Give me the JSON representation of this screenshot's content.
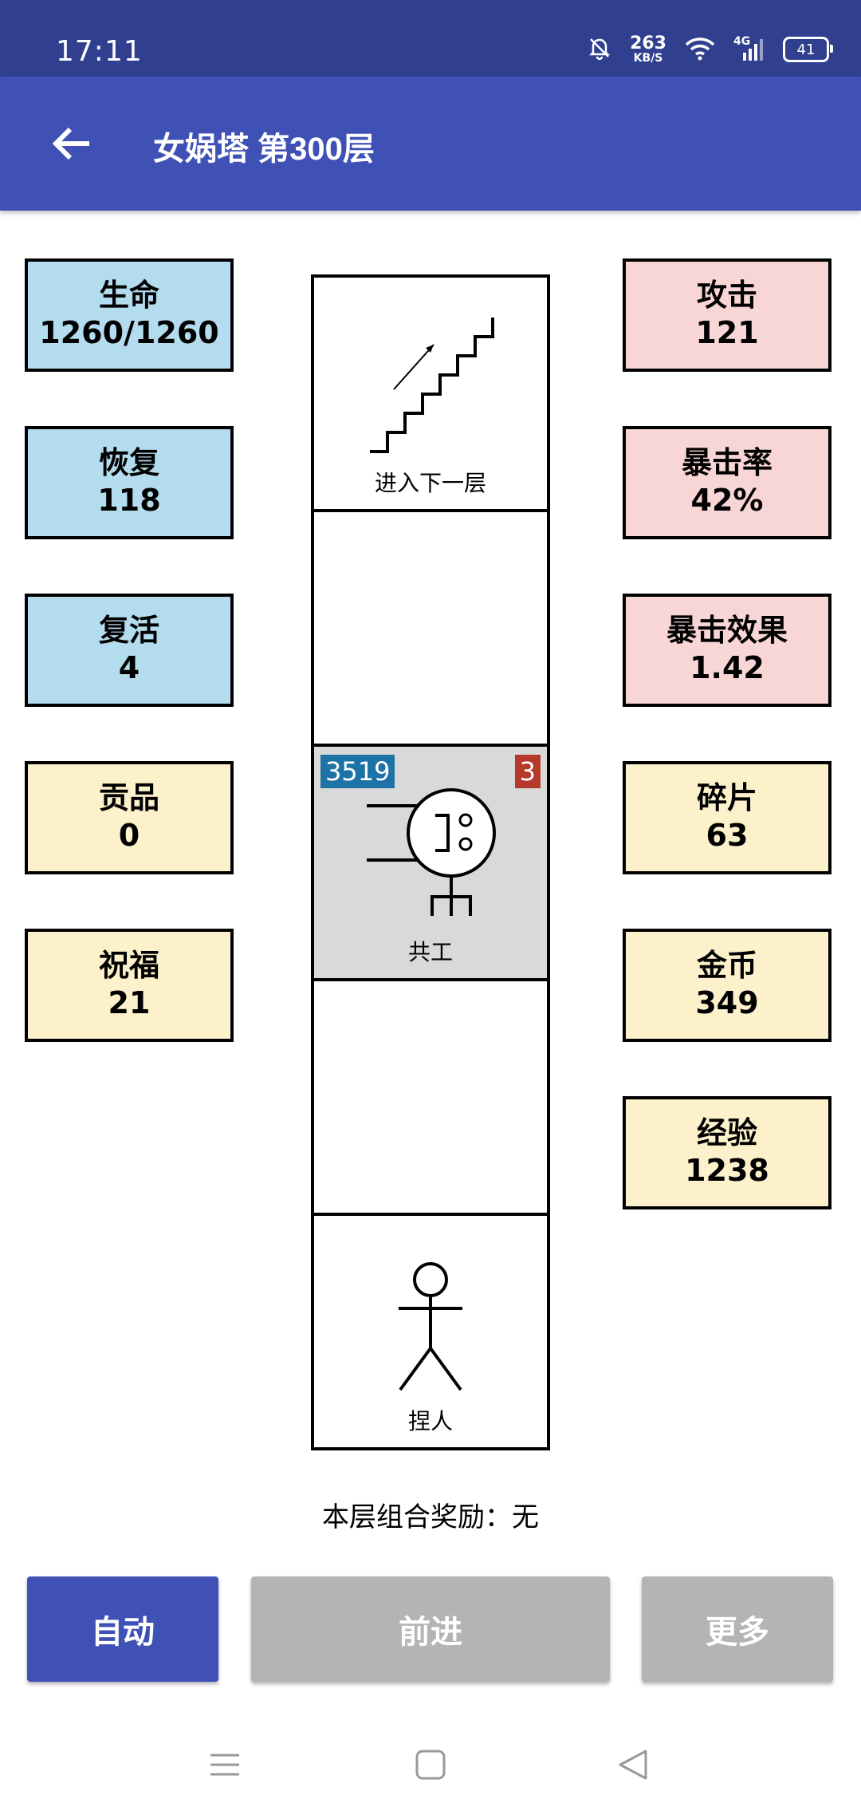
{
  "status": {
    "time": "17:11",
    "net_speed_value": "263",
    "net_speed_unit": "KB/S",
    "network_type": "4G",
    "battery": "41"
  },
  "header": {
    "title": "女娲塔 第300层"
  },
  "stats_left": [
    {
      "label": "生命",
      "value": "1260/1260"
    },
    {
      "label": "恢复",
      "value": "118"
    },
    {
      "label": "复活",
      "value": "4"
    },
    {
      "label": "贡品",
      "value": "0"
    },
    {
      "label": "祝福",
      "value": "21"
    }
  ],
  "stats_right": [
    {
      "label": "攻击",
      "value": "121"
    },
    {
      "label": "暴击率",
      "value": "42%"
    },
    {
      "label": "暴击效果",
      "value": "1.42"
    },
    {
      "label": "碎片",
      "value": "63"
    },
    {
      "label": "金币",
      "value": "349"
    },
    {
      "label": "经验",
      "value": "1238"
    }
  ],
  "tower": {
    "stairs_label": "进入下一层",
    "enemy": {
      "name": "共工",
      "hp": "3519",
      "level": "3"
    },
    "player_label": "捏人"
  },
  "reward_text": "本层组合奖励：无",
  "buttons": {
    "auto": "自动",
    "forward": "前进",
    "more": "更多"
  },
  "colors": {
    "status_bar": "#30408f",
    "app_bar": "#3f51b5",
    "card_blue": "#b3dcee",
    "card_pink": "#f8d6d5",
    "card_yellow": "#fdf1cb",
    "hp_badge": "#1e73a6",
    "level_badge": "#b5392a",
    "button_disabled": "#b4b4b4"
  }
}
